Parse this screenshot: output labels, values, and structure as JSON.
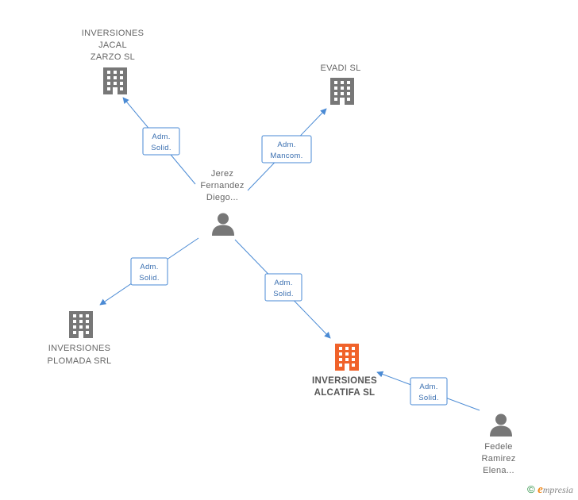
{
  "colors": {
    "company_icon": "#777777",
    "main_company_icon": "#f0622a",
    "person_icon": "#777777",
    "edge": "#4a8ad4",
    "relation_text": "#3a6fb0"
  },
  "nodes": {
    "jacal": {
      "type": "company",
      "icon": "building-icon",
      "lines": [
        "INVERSIONES",
        "JACAL",
        "ZARZO SL"
      ]
    },
    "evadi": {
      "type": "company",
      "icon": "building-icon",
      "lines": [
        "EVADI SL"
      ]
    },
    "jerez": {
      "type": "person",
      "icon": "person-icon",
      "lines": [
        "Jerez",
        "Fernandez",
        "Diego..."
      ]
    },
    "plomada": {
      "type": "company",
      "icon": "building-icon",
      "lines": [
        "INVERSIONES",
        "PLOMADA SRL"
      ]
    },
    "alcatifa": {
      "type": "company",
      "main": true,
      "icon": "building-icon",
      "lines": [
        "INVERSIONES",
        "ALCATIFA SL"
      ]
    },
    "fedele": {
      "type": "person",
      "icon": "person-icon",
      "lines": [
        "Fedele",
        "Ramirez",
        "Elena..."
      ]
    }
  },
  "relations": {
    "r1": {
      "from": "jerez",
      "to": "jacal",
      "lines": [
        "Adm.",
        "Solid."
      ]
    },
    "r2": {
      "from": "jerez",
      "to": "evadi",
      "lines": [
        "Adm.",
        "Mancom."
      ]
    },
    "r3": {
      "from": "jerez",
      "to": "plomada",
      "lines": [
        "Adm.",
        "Solid."
      ]
    },
    "r4": {
      "from": "jerez",
      "to": "alcatifa",
      "lines": [
        "Adm.",
        "Solid."
      ]
    },
    "r5": {
      "from": "fedele",
      "to": "alcatifa",
      "lines": [
        "Adm.",
        "Solid."
      ]
    }
  },
  "footer": {
    "copyright_symbol": "©",
    "brand_initial": "e",
    "brand_rest": "mpresia"
  }
}
